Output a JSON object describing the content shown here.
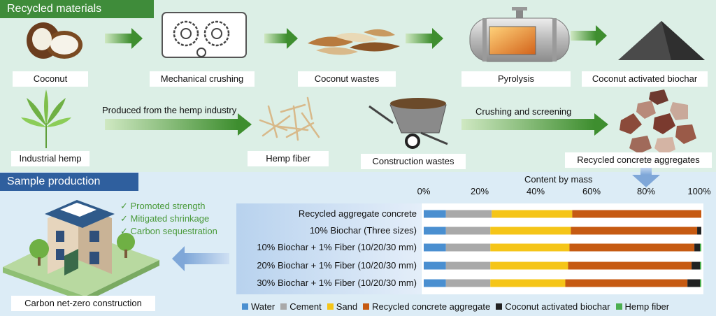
{
  "sections": {
    "recycled": "Recycled materials",
    "sample": "Sample production"
  },
  "process": {
    "coconut": "Coconut",
    "crushing": "Mechanical crushing",
    "coconut_wastes": "Coconut wastes",
    "pyrolysis": "Pyrolysis",
    "biochar": "Coconut activated biochar",
    "hemp": "Industrial hemp",
    "hemp_arrow": "Produced from the hemp industry",
    "hemp_fiber": "Hemp fiber",
    "construction": "Construction wastes",
    "crush_arrow": "Crushing and screening",
    "rca": "Recycled concrete aggregates"
  },
  "benefits": [
    "✓ Promoted strength",
    "✓ Mitigated shrinkage",
    "✓ Carbon sequestration"
  ],
  "building_label": "Carbon net-zero construction",
  "icons": {
    "check": "check-icon",
    "building": "building-icon",
    "arrow": "arrow-icon"
  },
  "colors": {
    "water": "#4a8fd0",
    "cement": "#a9a9a9",
    "sand": "#f5c518",
    "rca": "#c65a12",
    "biochar": "#222222",
    "fiber": "#4caf50"
  },
  "chart_data": {
    "type": "bar",
    "orientation": "horizontal",
    "stacked": true,
    "title": "Content by mass",
    "categories": [
      "Recycled aggregate concrete",
      "10% Biochar (Three sizes)",
      "10% Biochar + 1% Fiber (10/20/30 mm)",
      "20% Biochar + 1% Fiber (10/20/30 mm)",
      "30% Biochar + 1% Fiber (10/20/30 mm)"
    ],
    "series": [
      {
        "name": "Water",
        "values": [
          8,
          8,
          8,
          8,
          8
        ]
      },
      {
        "name": "Cement",
        "values": [
          16.5,
          16,
          16,
          16,
          16
        ]
      },
      {
        "name": "Sand",
        "values": [
          29,
          29,
          28.5,
          28,
          27
        ]
      },
      {
        "name": "Recycled concrete aggregate",
        "values": [
          46.5,
          45.5,
          45,
          44.5,
          44
        ]
      },
      {
        "name": "Coconut activated biochar",
        "values": [
          0,
          1.5,
          2,
          3,
          4.5
        ]
      },
      {
        "name": "Hemp fiber",
        "values": [
          0,
          0,
          0.5,
          0.5,
          0.5
        ]
      }
    ],
    "xlim": [
      0,
      100
    ],
    "xticks": [
      "0%",
      "20%",
      "40%",
      "60%",
      "80%",
      "100%"
    ],
    "legend": "bottom"
  }
}
